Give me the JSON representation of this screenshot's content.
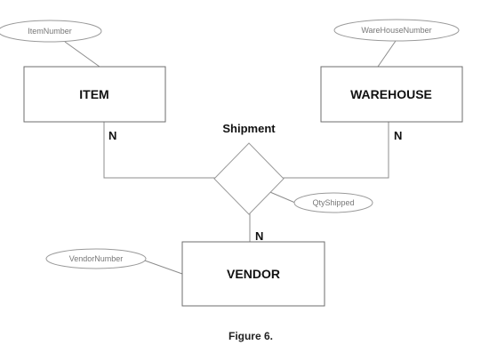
{
  "entities": {
    "item": "ITEM",
    "warehouse": "WAREHOUSE",
    "vendor": "VENDOR"
  },
  "relationship": {
    "name": "Shipment"
  },
  "attributes": {
    "item_number": "ItemNumber",
    "warehouse_number": "WareHouseNumber",
    "vendor_number": "VendorNumber",
    "qty_shipped": "QtyShipped"
  },
  "cardinalities": {
    "item": "N",
    "warehouse": "N",
    "vendor": "N"
  },
  "caption": "Figure 6.",
  "colors": {
    "entity_border": "#6e6e6e",
    "attribute_border": "#9a9a9a",
    "connector": "#8c8c8c"
  }
}
